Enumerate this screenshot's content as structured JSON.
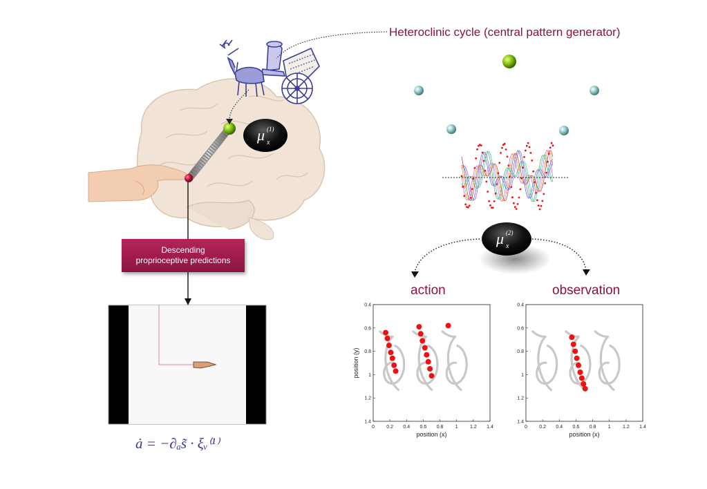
{
  "header": {
    "cycle_label": "Heteroclinic cycle (central pattern generator)"
  },
  "mu1": {
    "symbol": "μ",
    "sub": "x",
    "sup": "(1)"
  },
  "mu2": {
    "symbol": "μ",
    "sub": "x",
    "sup": "(2)"
  },
  "descending_box": {
    "line1": "Descending",
    "line2": "proprioceptive predictions"
  },
  "formula": "ȧ = −∂ₐs̃ · ξᵥ⁽¹⁾",
  "sections": {
    "action": "action",
    "observation": "observation"
  },
  "colors": {
    "accent": "#8a1538",
    "dots": "#ee1111",
    "trajectory": "#c8c8c8"
  },
  "chart_data": [
    {
      "type": "scatter",
      "title": "",
      "xlabel": "position (x)",
      "ylabel": "position (y)",
      "xlim": [
        0,
        1.4
      ],
      "ylim": [
        1.4,
        0.4
      ],
      "xticks": [
        "0",
        "0.2",
        "0.4",
        "0.6",
        "0.8",
        "1",
        "1.2",
        "1.4"
      ],
      "yticks": [
        "0.4",
        "0.6",
        "0.8",
        "1",
        "1.2",
        "1.4"
      ],
      "points": [
        [
          0.15,
          0.64
        ],
        [
          0.17,
          0.69
        ],
        [
          0.19,
          0.75
        ],
        [
          0.21,
          0.81
        ],
        [
          0.23,
          0.86
        ],
        [
          0.25,
          0.92
        ],
        [
          0.27,
          0.97
        ],
        [
          0.55,
          0.59
        ],
        [
          0.57,
          0.65
        ],
        [
          0.59,
          0.71
        ],
        [
          0.62,
          0.77
        ],
        [
          0.64,
          0.83
        ],
        [
          0.66,
          0.89
        ],
        [
          0.68,
          0.95
        ],
        [
          0.7,
          1.01
        ],
        [
          0.9,
          0.58
        ]
      ]
    },
    {
      "type": "scatter",
      "title": "",
      "xlabel": "position (x)",
      "ylabel": "",
      "xlim": [
        0,
        1.4
      ],
      "ylim": [
        1.4,
        0.4
      ],
      "xticks": [
        "0",
        "0.2",
        "0.4",
        "0.6",
        "0.8",
        "1",
        "1.2",
        "1.4"
      ],
      "yticks": [
        "0.4",
        "0.6",
        "0.8",
        "1",
        "1.2",
        "1.4"
      ],
      "points": [
        [
          0.55,
          0.68
        ],
        [
          0.57,
          0.74
        ],
        [
          0.59,
          0.8
        ],
        [
          0.61,
          0.86
        ],
        [
          0.63,
          0.92
        ],
        [
          0.65,
          0.98
        ],
        [
          0.67,
          1.03
        ],
        [
          0.69,
          1.08
        ],
        [
          0.71,
          1.12
        ]
      ]
    }
  ]
}
